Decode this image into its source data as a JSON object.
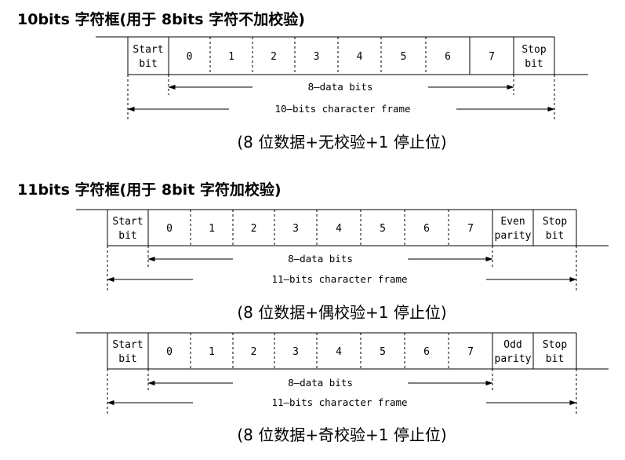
{
  "sections": [
    {
      "heading": "10bits 字符框(用于 8bits 字符不加校验)",
      "cells": [
        [
          "Start",
          "bit"
        ],
        [
          "0"
        ],
        [
          "1"
        ],
        [
          "2"
        ],
        [
          "3"
        ],
        [
          "4"
        ],
        [
          "5"
        ],
        [
          "6"
        ],
        [
          "7"
        ],
        [
          "Stop",
          "bit"
        ]
      ],
      "data_label": "8—data bits",
      "frame_label": "10—bits character frame",
      "caption": "(8 位数据+无校验+1 停止位)"
    },
    {
      "heading": "11bits 字符框(用于 8bit 字符加校验)",
      "cells": [
        [
          "Start",
          "bit"
        ],
        [
          "0"
        ],
        [
          "1"
        ],
        [
          "2"
        ],
        [
          "3"
        ],
        [
          "4"
        ],
        [
          "5"
        ],
        [
          "6"
        ],
        [
          "7"
        ],
        [
          "Even",
          "parity"
        ],
        [
          "Stop",
          "bit"
        ]
      ],
      "data_label": "8—data bits",
      "frame_label": "11—bits character frame",
      "caption": "(8 位数据+偶校验+1 停止位)"
    },
    {
      "heading": "",
      "cells": [
        [
          "Start",
          "bit"
        ],
        [
          "0"
        ],
        [
          "1"
        ],
        [
          "2"
        ],
        [
          "3"
        ],
        [
          "4"
        ],
        [
          "5"
        ],
        [
          "6"
        ],
        [
          "7"
        ],
        [
          "Odd",
          "parity"
        ],
        [
          "Stop",
          "bit"
        ]
      ],
      "data_label": "8—data bits",
      "frame_label": "11—bits character frame",
      "caption": "(8 位数据+奇校验+1 停止位)"
    }
  ]
}
